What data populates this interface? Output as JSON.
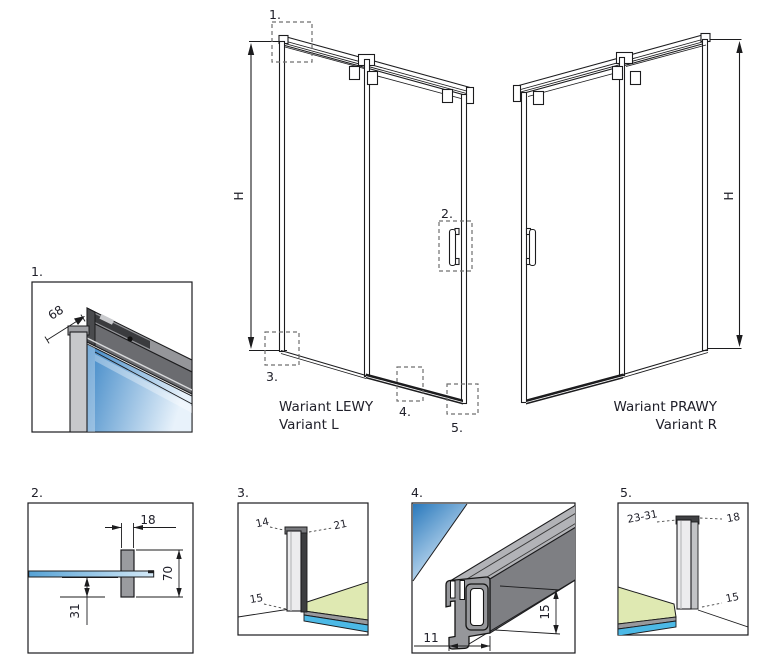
{
  "drawing": {
    "left_variant": {
      "name_pl": "Wariant LEWY",
      "name_en": "Variant L",
      "height_dim": "H"
    },
    "right_variant": {
      "name_pl": "Wariant PRAWY",
      "name_en": "Variant R",
      "height_dim": "H"
    },
    "callouts": {
      "c1": "1.",
      "c2": "2.",
      "c3": "3.",
      "c4": "4.",
      "c5": "5."
    }
  },
  "details": {
    "d1": {
      "label": "1.",
      "dim_depth": "68"
    },
    "d2": {
      "label": "2.",
      "dim_width": "18",
      "dim_height": "70",
      "dim_offset": "31"
    },
    "d3": {
      "label": "3.",
      "dim_profile": "14",
      "dim_total": "21",
      "dim_floor": "15"
    },
    "d4": {
      "label": "4.",
      "dim_width": "11",
      "dim_height": "15"
    },
    "d5": {
      "label": "5.",
      "dim_adjust": "23-31",
      "dim_width": "18",
      "dim_floor": "15"
    }
  },
  "colors": {
    "line": "#1c1c1e",
    "glass_blue": "#3c86c6",
    "glass_light": "#eaf3fb",
    "tray_blue": "#4cb9e6",
    "floor_green": "#dfe9b2",
    "profile_gray": "#98999d",
    "profile_light": "#ececee"
  }
}
